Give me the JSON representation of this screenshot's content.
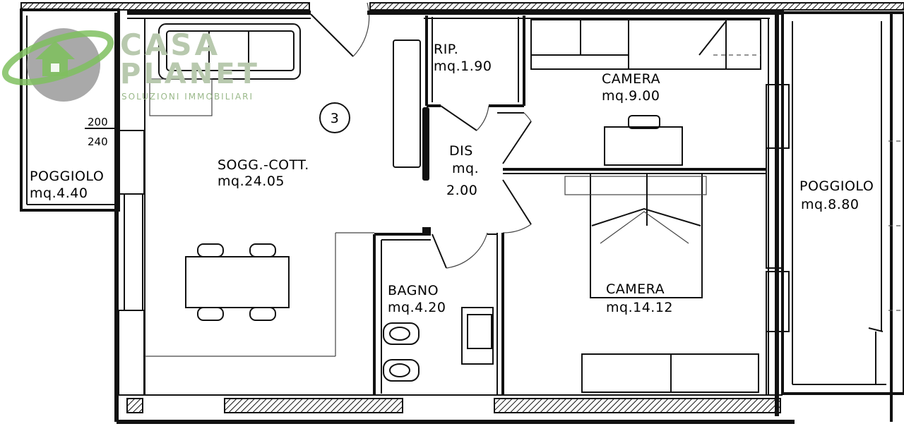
{
  "rooms": {
    "soggiorno": {
      "name": "SOGG.-COTT.",
      "area": "mq.24.05"
    },
    "ripostiglio": {
      "name": "RIP.",
      "area": "mq.1.90"
    },
    "disimpegno": {
      "name": "DIS",
      "unit": "mq.",
      "area": "2.00"
    },
    "camera_small": {
      "name": "CAMERA",
      "area": "mq.9.00"
    },
    "camera_large": {
      "name": "CAMERA",
      "area": "mq.14.12"
    },
    "bagno": {
      "name": "BAGNO",
      "area": "mq.4.20"
    },
    "poggiolo_left": {
      "name": "POGGIOLO",
      "area": "mq.4.40"
    },
    "poggiolo_right": {
      "name": "POGGIOLO",
      "area": "mq.8.80"
    }
  },
  "unit_number": "3",
  "window_dims": {
    "top": "200",
    "bottom": "240"
  },
  "logo": {
    "line1": "CASA",
    "line2": "PLANET",
    "tagline": "SOLUZIONI IMMOBILIARI"
  },
  "colors": {
    "logo_green": "#7fbf5f",
    "logo_grey": "#8c8c8c",
    "wall": "#111111"
  }
}
